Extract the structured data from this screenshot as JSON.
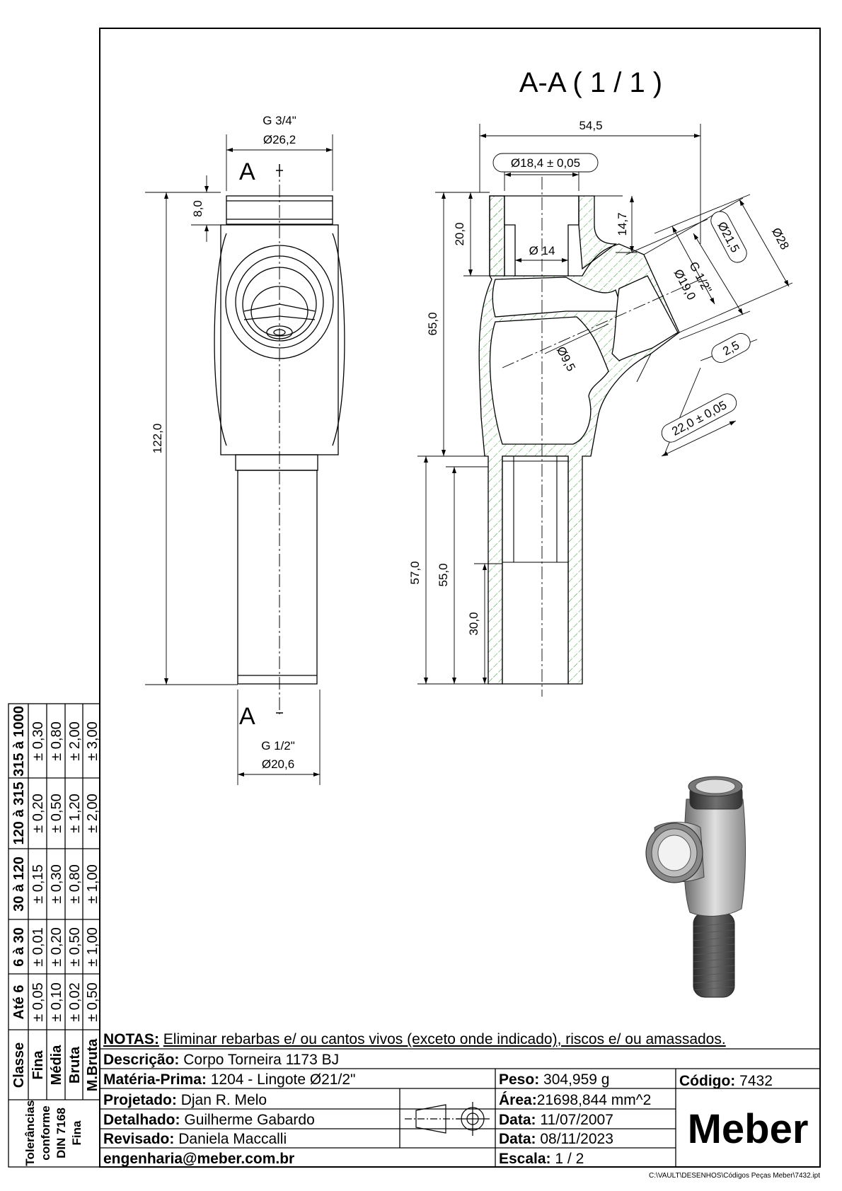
{
  "section_title": "A-A ( 1 / 1 )",
  "front_view": {
    "section_mark_top": "A",
    "section_mark_bottom": "A",
    "top_thread": "G 3/4\"",
    "top_diameter": "Ø26,2",
    "bottom_thread": "G 1/2\"",
    "bottom_diameter": "Ø20,6",
    "dim_total_height": "122,0",
    "dim_top_thread": "8,0"
  },
  "section_view": {
    "dim_width": "54,5",
    "dim_bore_top": "Ø18,4 ± 0,05",
    "dim_bore_inner": "Ø 14",
    "dim_top_depth": "20,0",
    "dim_side_14_7": "14,7",
    "dim_body_height": "65,0",
    "dim_stem_57": "57,0",
    "dim_stem_55": "55,0",
    "dim_stem_30": "30,0",
    "dim_side_bore": "Ø9,5",
    "side_thread": "G 1/2\"",
    "side_thread_dia": "Ø19,0",
    "dim_side_21_5": "Ø21,5",
    "dim_side_28": "Ø28",
    "dim_side_2_5": "2,5",
    "dim_side_22": "22,0 ± 0,05"
  },
  "tolerances": {
    "side_label_lines": [
      "Tolerâncias",
      "conforme",
      "DIN 7168",
      "Fina"
    ],
    "header": "Classe",
    "classes": [
      "Fina",
      "Média",
      "Bruta",
      "M.Bruta"
    ],
    "ranges": [
      {
        "range": "Até 6",
        "values": [
          "± 0,05",
          "± 0,10",
          "± 0,02",
          "± 0,50"
        ]
      },
      {
        "range": "6 à 30",
        "values": [
          "± 0,01",
          "± 0,20",
          "± 0,50",
          "± 1,00"
        ]
      },
      {
        "range": "30 à 120",
        "values": [
          "± 0,15",
          "± 0,30",
          "± 0,80",
          "± 1,00"
        ]
      },
      {
        "range": "120 à 315",
        "values": [
          "± 0,20",
          "± 0,50",
          "± 1,20",
          "± 2,00"
        ]
      },
      {
        "range": "315 à 1000",
        "values": [
          "± 0,30",
          "± 0,80",
          "± 2,00",
          "± 3,00"
        ]
      }
    ]
  },
  "title_block": {
    "notes_label": "NOTAS:",
    "notes_text": "Eliminar rebarbas e/ ou cantos vivos (exceto onde indicado), riscos e/ ou amassados.",
    "descricao_label": "Descrição:",
    "descricao": "Corpo Torneira 1173 BJ",
    "materia_label": "Matéria-Prima:",
    "materia": "1204 - Lingote Ø21/2\"",
    "peso_label": "Peso:",
    "peso": "304,959 g",
    "codigo_label": "Código:",
    "codigo": "7432",
    "projetado_label": "Projetado:",
    "projetado": "Djan R. Melo",
    "area_label": "Área:",
    "area": "21698,844 mm^2",
    "detalhado_label": "Detalhado:",
    "detalhado": "Guilherme Gabardo",
    "data1_label": "Data:",
    "data1": "11/07/2007",
    "revisado_label": "Revisado:",
    "revisado": "Daniela Maccalli",
    "data2_label": "Data:",
    "data2": "08/11/2023",
    "email": "engenharia@meber.com.br",
    "escala_label": "Escala:",
    "escala": "1 / 2",
    "logo": "Meber",
    "file_path": "C:\\VAULT\\DESENHOS\\Códigos Peças Meber\\7432.ipt"
  }
}
